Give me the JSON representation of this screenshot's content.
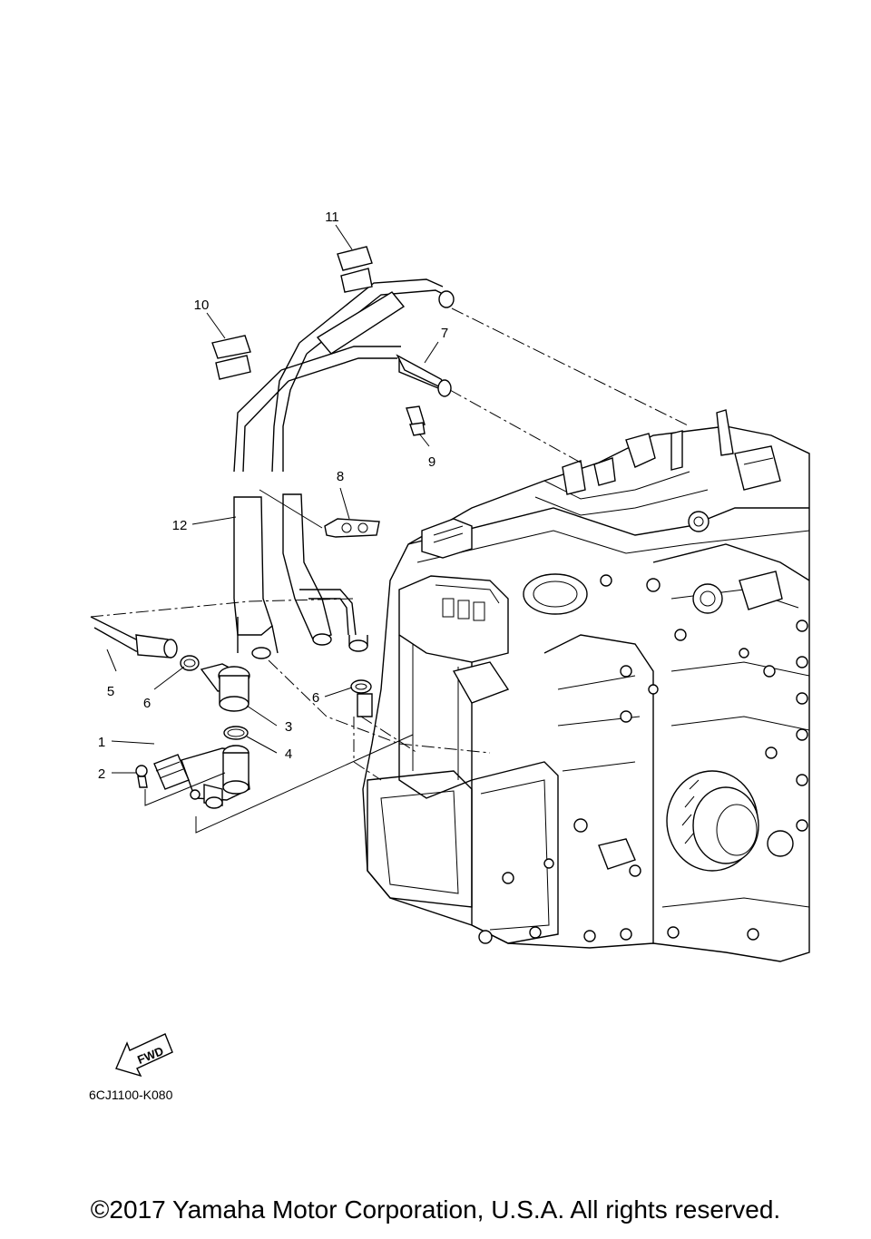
{
  "diagram": {
    "part_labels": [
      {
        "id": "1",
        "text": "1"
      },
      {
        "id": "2",
        "text": "2"
      },
      {
        "id": "3",
        "text": "3"
      },
      {
        "id": "4",
        "text": "4"
      },
      {
        "id": "5",
        "text": "5"
      },
      {
        "id": "6a",
        "text": "6"
      },
      {
        "id": "6b",
        "text": "6"
      },
      {
        "id": "7",
        "text": "7"
      },
      {
        "id": "8",
        "text": "8"
      },
      {
        "id": "9",
        "text": "9"
      },
      {
        "id": "10",
        "text": "10"
      },
      {
        "id": "11",
        "text": "11"
      },
      {
        "id": "12",
        "text": "12"
      }
    ],
    "fwd_label": "FWD",
    "drawing_code": "6CJ1100-K080"
  },
  "footer": {
    "copyright": "©2017 Yamaha Motor Corporation, U.S.A. All rights reserved."
  }
}
